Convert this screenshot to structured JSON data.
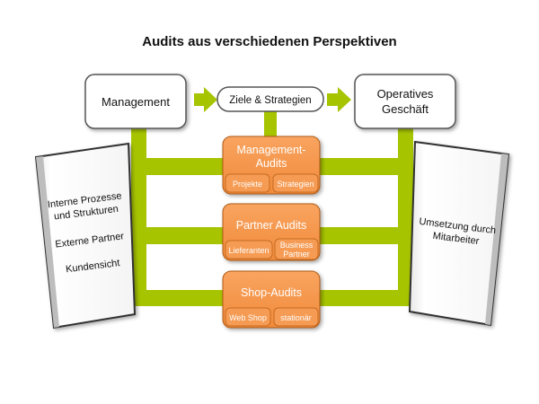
{
  "title": "Audits aus verschiedenen Perspektiven",
  "colors": {
    "green": "#A7C400",
    "orange": "#F79646",
    "orange_dark": "#E07A2A"
  },
  "top": {
    "management": "Management",
    "ziele": "Ziele & Strategien",
    "operatives_line1": "Operatives",
    "operatives_line2": "Geschäft"
  },
  "audits": {
    "management": {
      "title_line1": "Management-",
      "title_line2": "Audits",
      "sub1": "Projekte",
      "sub2": "Strategien"
    },
    "partner": {
      "title": "Partner Audits",
      "sub1": "Lieferanten",
      "sub2_line1": "Business",
      "sub2_line2": "Partner"
    },
    "shop": {
      "title": "Shop-Audits",
      "sub1": "Web Shop",
      "sub2": "stationär"
    }
  },
  "left_card": {
    "item1_line1": "Interne Prozesse",
    "item1_line2": "und Strukturen",
    "item2": "Externe Partner",
    "item3": "Kundensicht"
  },
  "right_card": {
    "line1": "Umsetzung durch",
    "line2": "Mitarbeiter"
  }
}
